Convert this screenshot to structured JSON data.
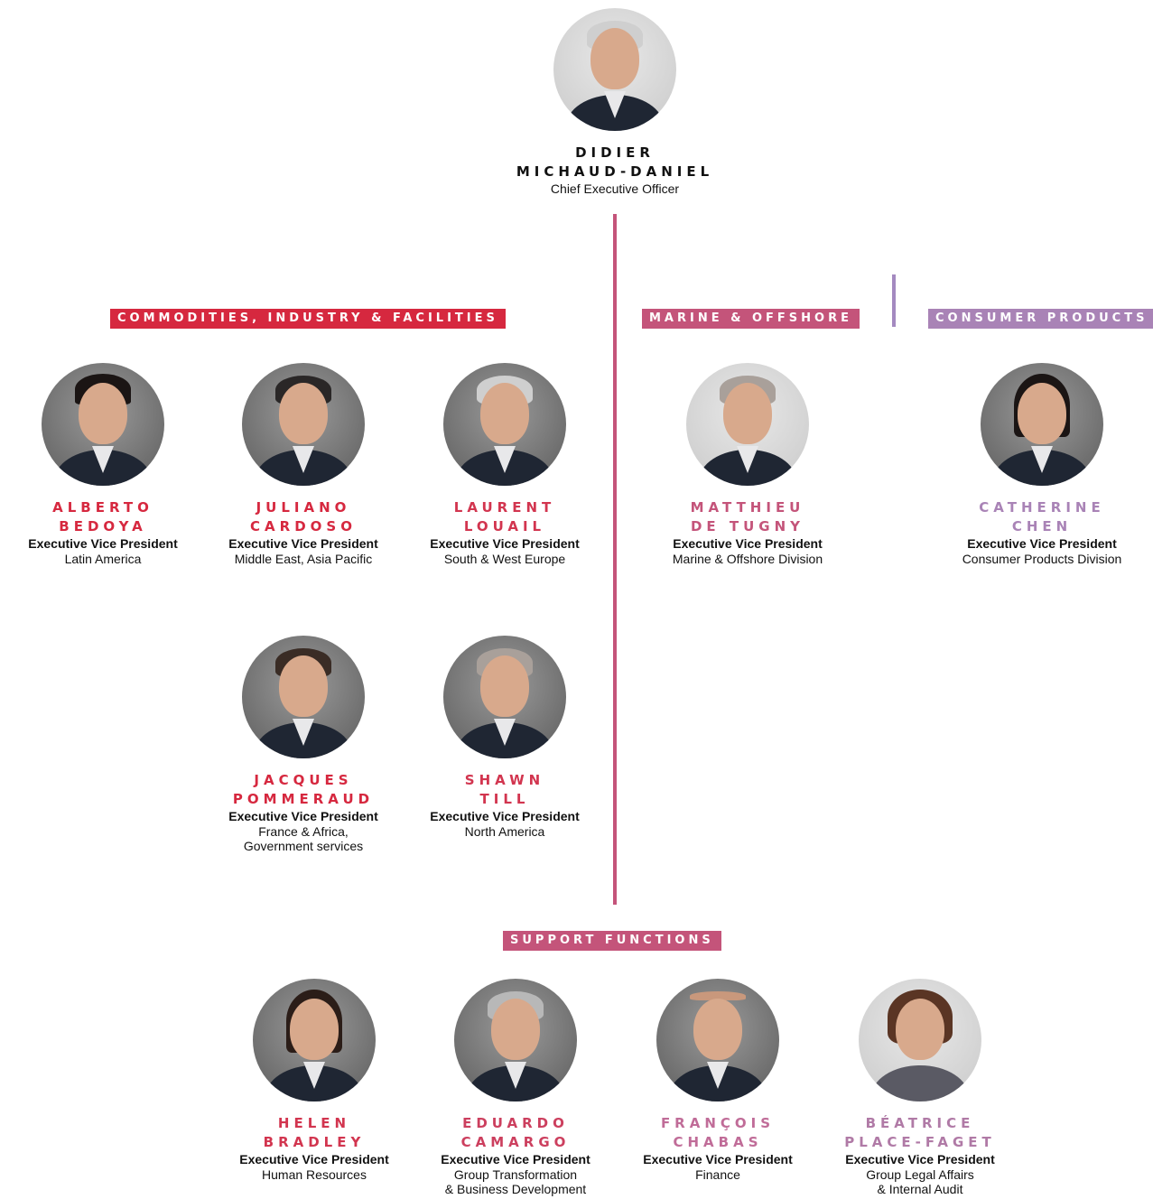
{
  "ceo": {
    "first": "DIDIER",
    "last": "MICHAUD-DANIEL",
    "title": "Chief Executive Officer"
  },
  "colors": {
    "red": "#d6283f",
    "rose": "#c4547a",
    "mauve": "#b56f98",
    "lilac": "#a48ac0"
  },
  "sections": {
    "cif": "COMMODITIES, INDUSTRY & FACILITIES",
    "marine": "MARINE & OFFSHORE",
    "consumer": "CONSUMER PRODUCTS",
    "support": "SUPPORT FUNCTIONS"
  },
  "cif_people": [
    {
      "first": "ALBERTO",
      "last": "BEDOYA",
      "title": "Executive Vice President",
      "dept": "Latin America"
    },
    {
      "first": "JULIANO",
      "last": "CARDOSO",
      "title": "Executive Vice President",
      "dept": "Middle East, Asia Pacific"
    },
    {
      "first": "LAURENT",
      "last": "LOUAIL",
      "title": "Executive Vice President",
      "dept": "South & West Europe"
    },
    {
      "first": "JACQUES",
      "last": "POMMERAUD",
      "title": "Executive Vice President",
      "dept": "France & Africa,",
      "dept2": "Government services"
    },
    {
      "first": "SHAWN",
      "last": "TILL",
      "title": "Executive Vice President",
      "dept": "North America"
    }
  ],
  "marine_person": {
    "first": "MATTHIEU",
    "last": "DE TUGNY",
    "title": "Executive Vice President",
    "dept": "Marine & Offshore Division"
  },
  "consumer_person": {
    "first": "CATHERINE",
    "last": "CHEN",
    "title": "Executive Vice President",
    "dept": "Consumer Products Division"
  },
  "support_people": [
    {
      "first": "HELEN",
      "last": "BRADLEY",
      "title": "Executive Vice President",
      "dept": "Human Resources"
    },
    {
      "first": "EDUARDO",
      "last": "CAMARGO",
      "title": "Executive Vice President",
      "dept": "Group Transformation",
      "dept2": "& Business Development"
    },
    {
      "first": "FRANÇOIS",
      "last": "CHABAS",
      "title": "Executive Vice President",
      "dept": "Finance"
    },
    {
      "first": "BÉATRICE",
      "last": "PLACE-FAGET",
      "title": "Executive Vice President",
      "dept": "Group Legal Affairs",
      "dept2": "& Internal Audit"
    }
  ]
}
